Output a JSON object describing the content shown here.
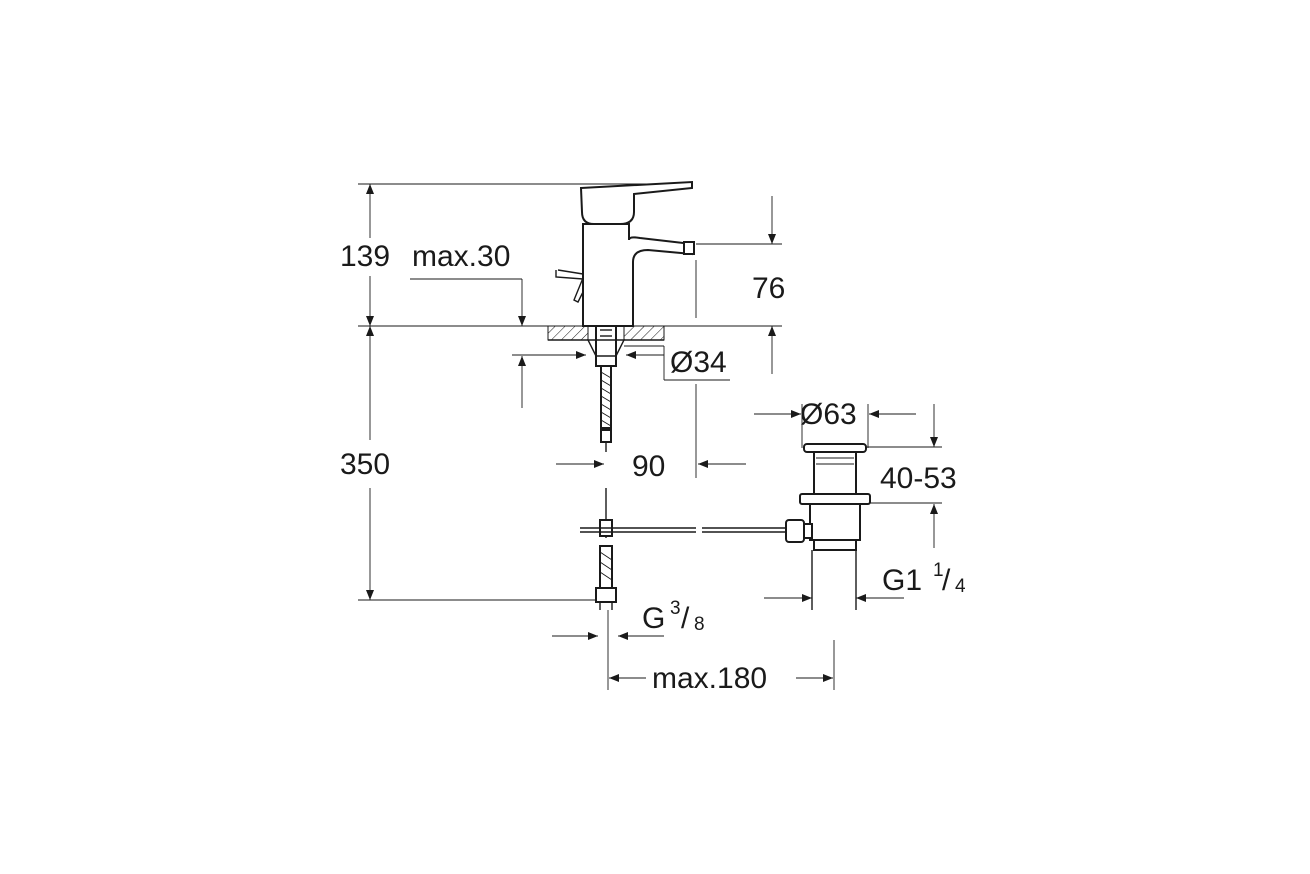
{
  "dimensions": {
    "total_height": "139",
    "handle_clearance": "max.30",
    "spout_height": "76",
    "hole_diameter": "Ø34",
    "max_counter_thickness": "350",
    "spout_reach": "90",
    "waste_diameter": "Ø63",
    "waste_height": "40-53",
    "waste_thread_prefix": "G1",
    "waste_thread_num": "1",
    "waste_thread_den": "4",
    "supply_thread_prefix": "G",
    "supply_thread_num": "3",
    "supply_thread_den": "8",
    "max_distance": "max.180"
  },
  "colors": {
    "ink": "#1a1a1a",
    "background": "#ffffff"
  }
}
